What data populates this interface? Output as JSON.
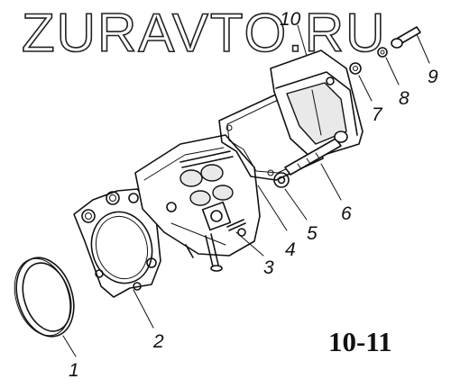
{
  "watermark": "ZURAVTO.RU",
  "figure_number": "10-11",
  "callouts": [
    {
      "id": "1",
      "label": "1"
    },
    {
      "id": "2",
      "label": "2"
    },
    {
      "id": "3",
      "label": "3"
    },
    {
      "id": "4",
      "label": "4"
    },
    {
      "id": "5",
      "label": "5"
    },
    {
      "id": "6",
      "label": "6"
    },
    {
      "id": "7",
      "label": "7"
    },
    {
      "id": "8",
      "label": "8"
    },
    {
      "id": "9",
      "label": "9"
    },
    {
      "id": "10",
      "label": "10"
    }
  ]
}
